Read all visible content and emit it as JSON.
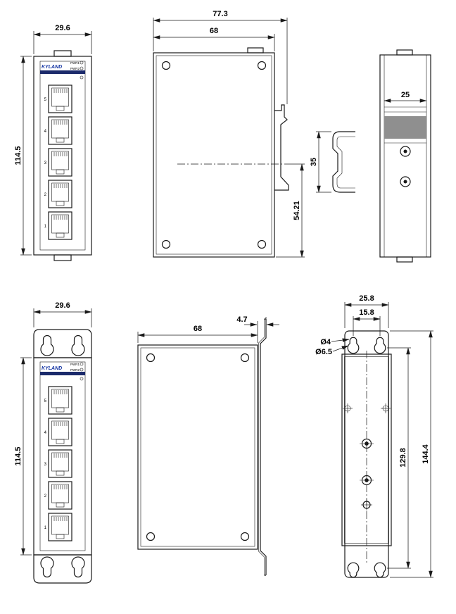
{
  "brand": "KYLAND",
  "colors": {
    "line": "#1a1a1a",
    "brand_blue": "#1535a3",
    "label_bar": "#1b2a6b",
    "rail_gray": "#8f8f8f"
  },
  "views": {
    "front_din": {
      "dim_width": "29.6",
      "dim_height": "114.5",
      "led1": "PWR1",
      "led2": "PWR2",
      "ports": [
        "5",
        "4",
        "3",
        "2",
        "1"
      ]
    },
    "side_din": {
      "dim_total_depth": "77.3",
      "dim_body_depth": "68",
      "dim_rail_offset": "54.21"
    },
    "clip_detail": {
      "dim_height": "35"
    },
    "back_din": {
      "dim_rail_width": "25"
    },
    "front_wall": {
      "dim_width": "29.6",
      "dim_height": "114.5",
      "led1": "PWR1",
      "led2": "PWR2",
      "ports": [
        "5",
        "4",
        "3",
        "2",
        "1"
      ]
    },
    "side_wall": {
      "dim_body_depth": "68",
      "dim_flange_offset": "4.7"
    },
    "back_wall": {
      "dim_plate_width": "25.8",
      "dim_hole_spacing_h": "15.8",
      "dim_slot_dia": "Ø4",
      "dim_hole_dia": "Ø6.5",
      "dim_hole_spacing_v": "129.8",
      "dim_plate_height": "144.4"
    }
  }
}
